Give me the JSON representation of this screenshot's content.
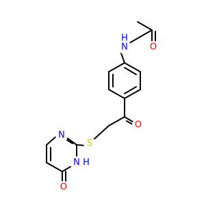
{
  "atoms": {
    "amide_n": {
      "text": "N",
      "sub": "H",
      "color": "#0000ff"
    },
    "amide_o": {
      "text": "O",
      "color": "#ff0000"
    },
    "ketone_o": {
      "text": "O",
      "color": "#ff0000"
    },
    "sulfur": {
      "text": "S",
      "color": "#cccc00"
    },
    "ring_n_top": {
      "text": "N",
      "color": "#0000ff"
    },
    "ring_n_h": {
      "text": "N",
      "sub": "H",
      "color": "#0000ff"
    },
    "lactam_o": {
      "text": "O",
      "color": "#ff0000"
    }
  },
  "colors": {
    "bond": "#000000",
    "nitrogen": "#0000ff",
    "oxygen": "#ff0000",
    "sulfur": "#cccc00",
    "background": "#ffffff"
  }
}
